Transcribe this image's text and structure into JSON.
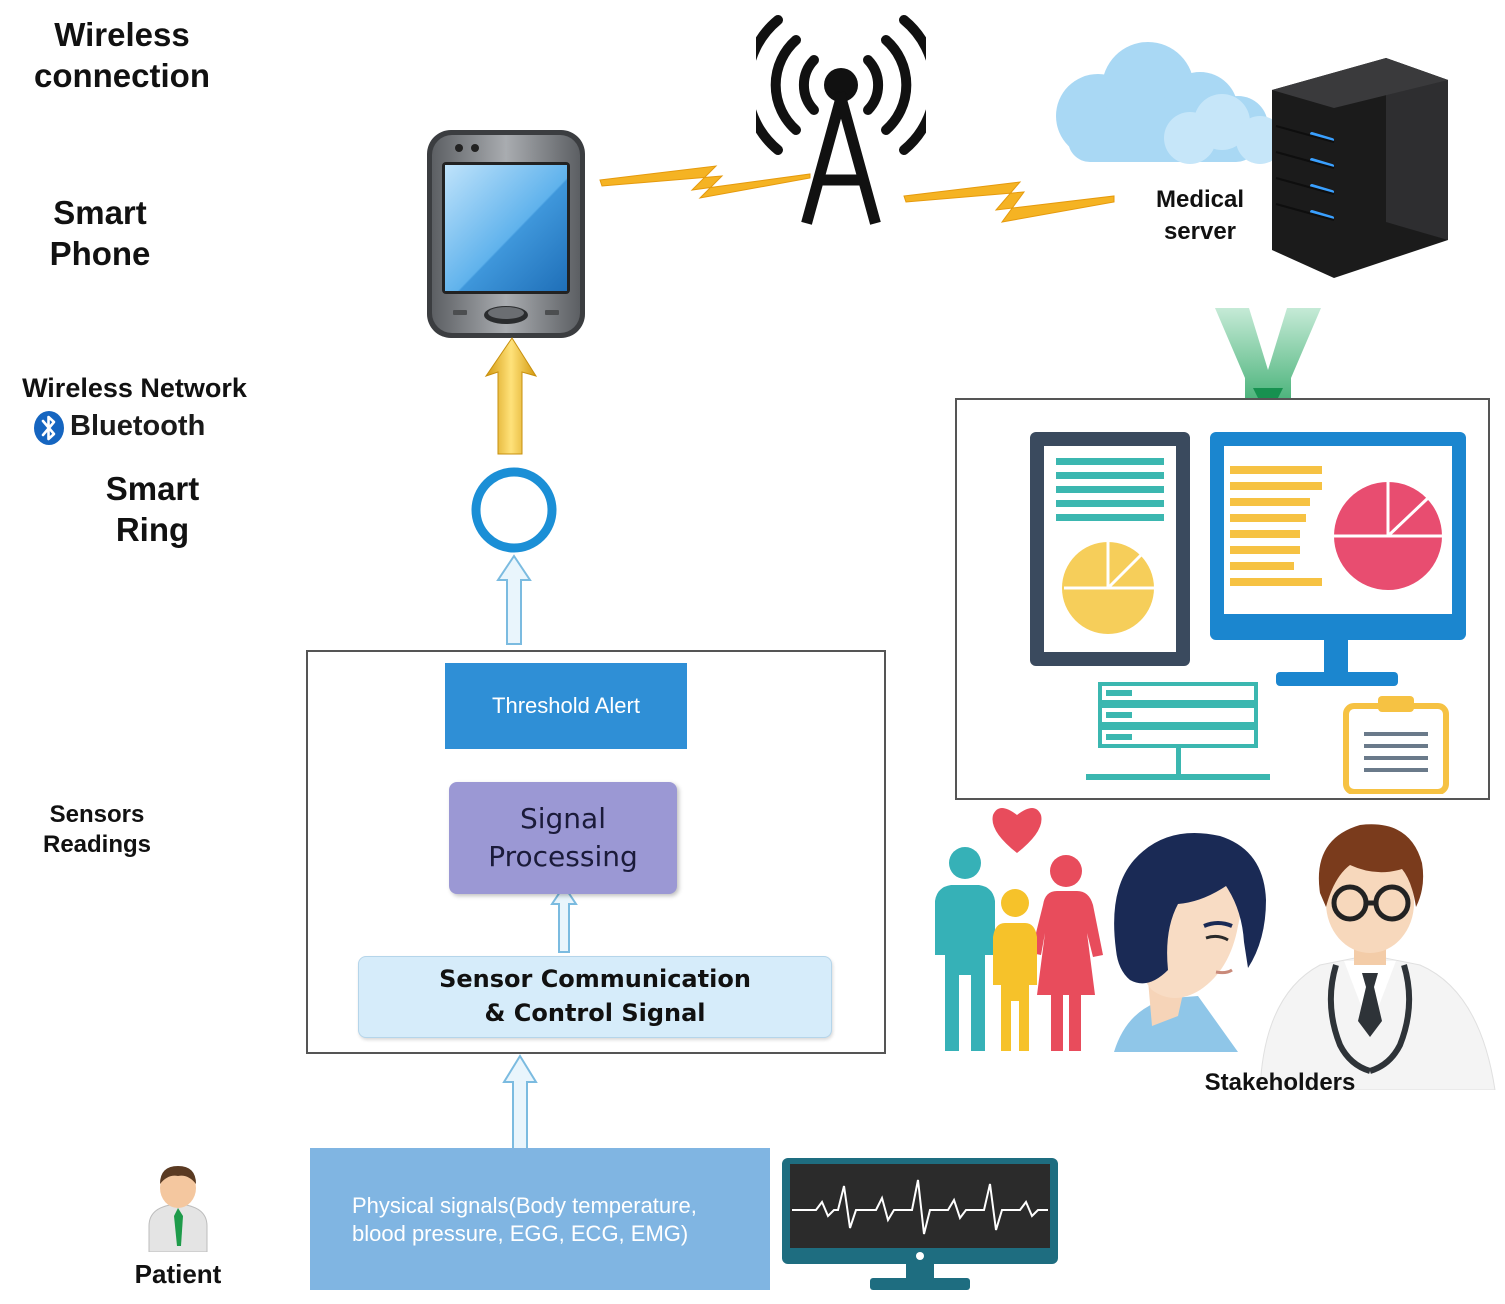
{
  "labels": {
    "wireless_connection": [
      "Wireless",
      "connection"
    ],
    "smart_phone": [
      "Smart",
      "Phone"
    ],
    "wireless_network": "Wireless Network",
    "bluetooth": "Bluetooth",
    "smart_ring": [
      "Smart",
      "Ring"
    ],
    "sensors_readings": [
      "Sensors",
      "Readings"
    ],
    "patient": "Patient",
    "medical_server": [
      "Medical",
      "server"
    ],
    "stakeholders": "Stakeholders"
  },
  "processing": {
    "threshold_alert": "Threshold Alert",
    "signal_processing": [
      "Signal",
      "Processing"
    ],
    "sensor_communication": [
      "Sensor Communication",
      "& Control Signal"
    ]
  },
  "physical_signals": [
    "Physical signals(Body temperature,",
    "blood pressure, EGG, ECG, EMG)"
  ],
  "colors": {
    "threshold_alert": "#2f8fd6",
    "signal_processing": "#9b98d4",
    "sensor_communication": "#d6ecfa",
    "physical_signals": "#80b5e2",
    "lightning": "#f5b323",
    "up_arrow": "#f0c23a",
    "ring": "#1b8fd6"
  },
  "icons": [
    "tower-icon",
    "smartphone-icon",
    "server-icon",
    "cloud-icon",
    "dashboard-icon",
    "family-icon",
    "person-icon",
    "doctor-icon",
    "patient-icon",
    "ecg-monitor-icon",
    "bluetooth-icon",
    "ring-icon"
  ]
}
